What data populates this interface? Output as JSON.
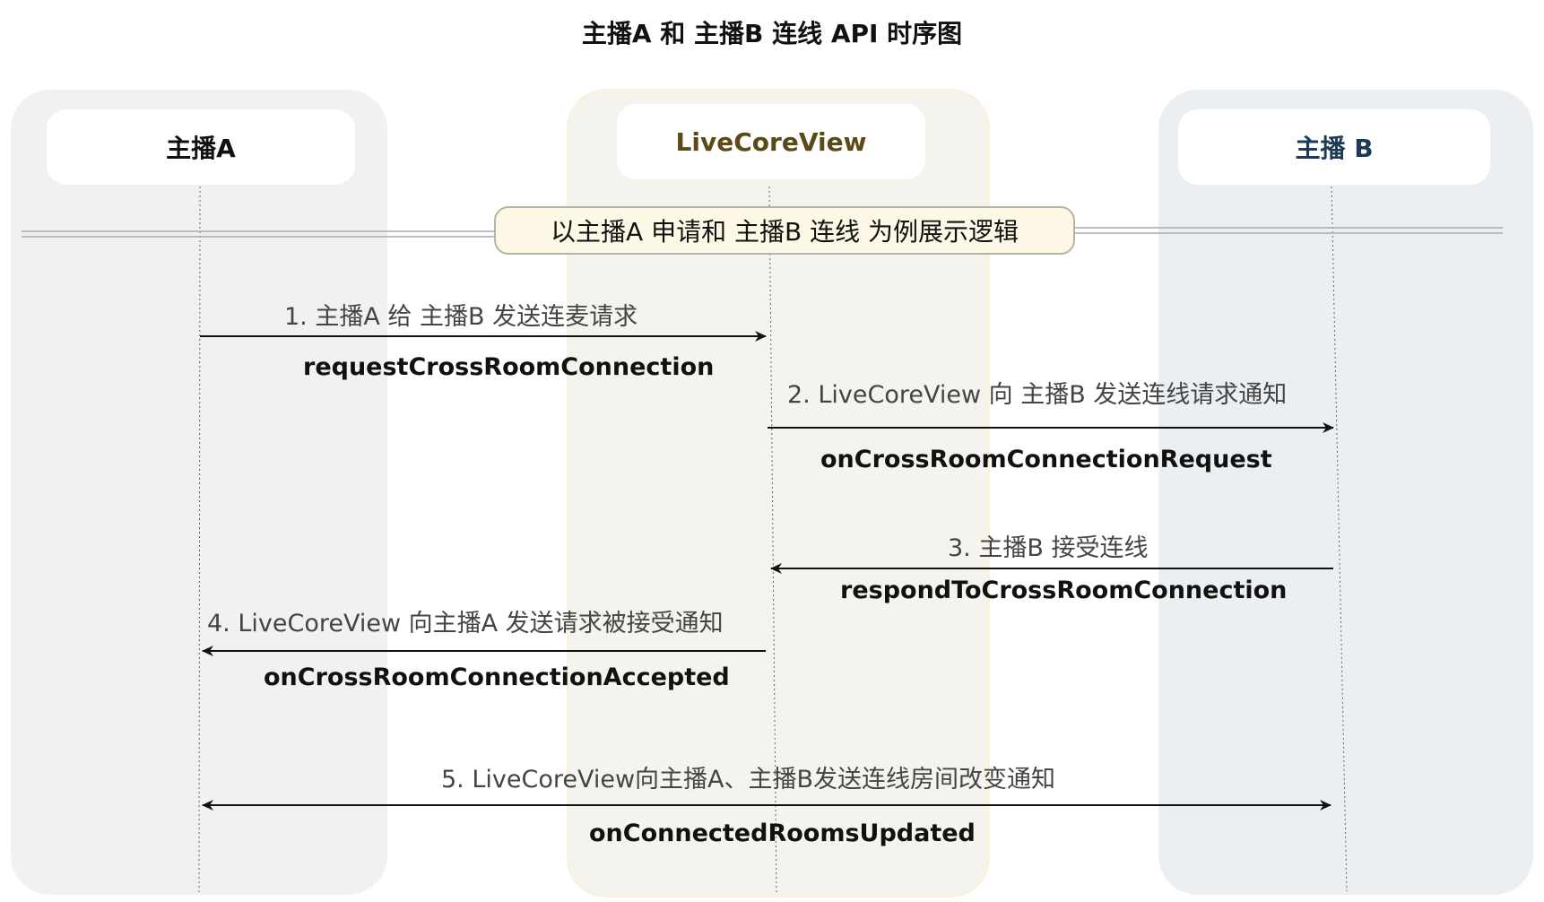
{
  "title": "主播A 和 主播B 连线 API 时序图",
  "participants": {
    "a": "主播A",
    "mid": "LiveCoreView",
    "b": "主播 B"
  },
  "banner": "以主播A 申请和 主播B 连线 为例展示逻辑",
  "messages": [
    {
      "label": "1. 主播A 给 主播B 发送连麦请求",
      "api": "requestCrossRoomConnection",
      "from": "主播A",
      "to": "LiveCoreView"
    },
    {
      "label": "2. LiveCoreView 向 主播B 发送连线请求通知",
      "api": "onCrossRoomConnectionRequest",
      "from": "LiveCoreView",
      "to": "主播 B"
    },
    {
      "label": "3. 主播B 接受连线",
      "api": "respondToCrossRoomConnection",
      "from": "主播 B",
      "to": "LiveCoreView"
    },
    {
      "label": "4. LiveCoreView 向主播A 发送请求被接受通知",
      "api": "onCrossRoomConnectionAccepted",
      "from": "LiveCoreView",
      "to": "主播A"
    },
    {
      "label": "5. LiveCoreView向主播A、主播B发送连线房间改变通知",
      "api": "onConnectedRoomsUpdated",
      "from": "LiveCoreView",
      "to": "主播A、主播B"
    }
  ],
  "colors": {
    "lane_a": "#f1f1f1",
    "lane_mid": "#f4f3ee",
    "lane_b": "#ebeff2",
    "header_mid_text": "#5b4a17",
    "header_b_text": "#1e3a56",
    "banner_bg": "#fdf8e5"
  }
}
